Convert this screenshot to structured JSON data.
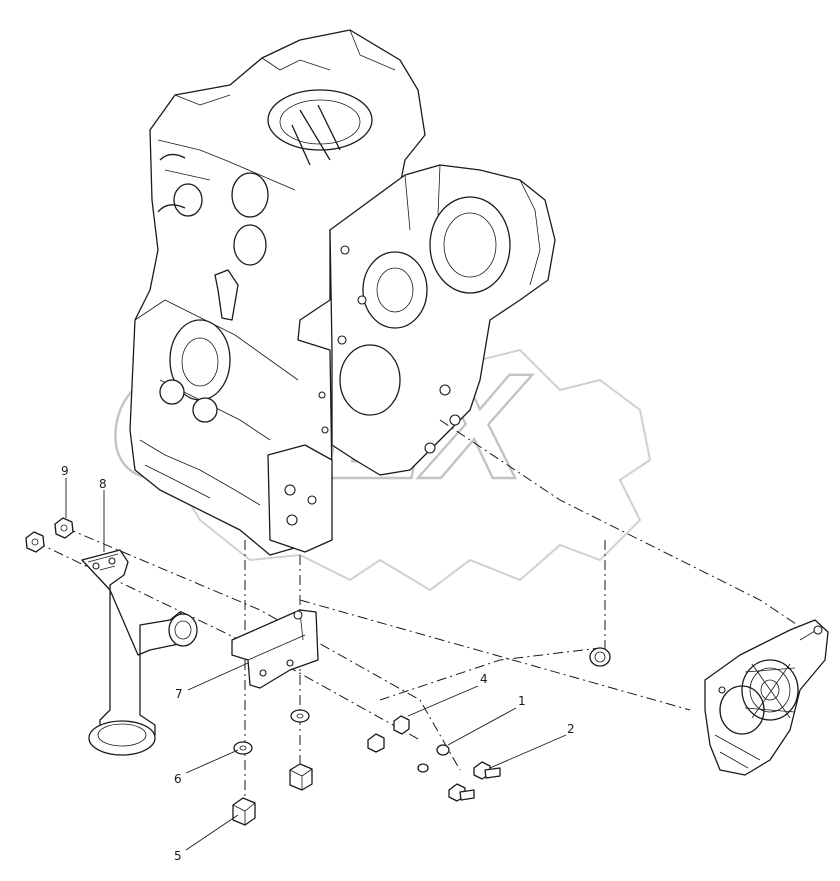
{
  "watermark": {
    "text": "OPEX",
    "color": "#b9b9b9"
  },
  "callouts": [
    {
      "id": "1",
      "label": "1"
    },
    {
      "id": "2",
      "label": "2"
    },
    {
      "id": "4",
      "label": "4"
    },
    {
      "id": "5",
      "label": "5"
    },
    {
      "id": "6",
      "label": "6"
    },
    {
      "id": "7",
      "label": "7"
    },
    {
      "id": "8",
      "label": "8"
    },
    {
      "id": "9",
      "label": "9"
    }
  ],
  "colors": {
    "line": "#1a1a1a",
    "background": "#ffffff"
  }
}
